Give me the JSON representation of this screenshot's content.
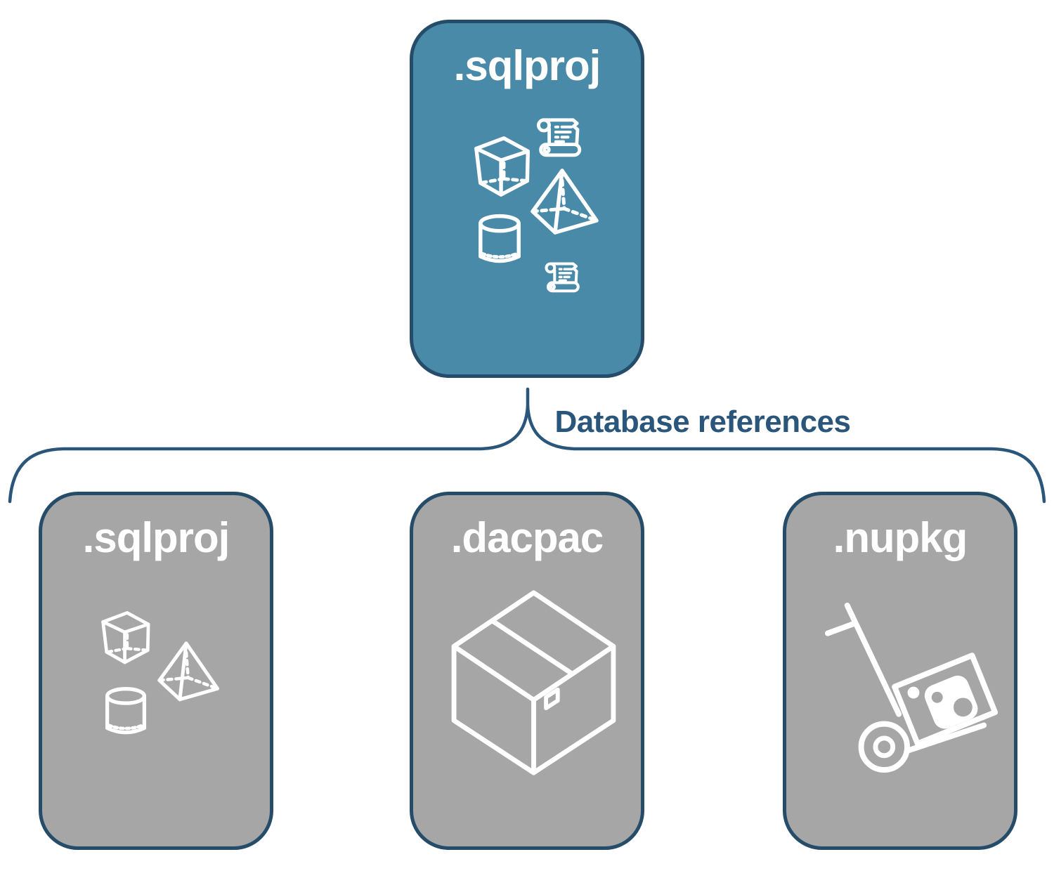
{
  "diagram": {
    "connector_label": "Database references",
    "top_card": {
      "label": ".sqlproj",
      "icons": [
        "scroll-icon",
        "cube-icon",
        "pyramid-icon",
        "database-cylinder-icon",
        "scroll-icon"
      ]
    },
    "child_cards": [
      {
        "label": ".sqlproj",
        "icons": [
          "cube-icon",
          "pyramid-icon",
          "database-cylinder-icon"
        ]
      },
      {
        "label": ".dacpac",
        "icons": [
          "package-box-icon"
        ]
      },
      {
        "label": ".nupkg",
        "icons": [
          "hand-truck-package-icon"
        ]
      }
    ],
    "colors": {
      "accent_blue": "#4a8aa9",
      "card_gray": "#a6a6a6",
      "border_navy": "#254c68",
      "brace_blue": "#2a567c",
      "icon_white": "#ffffff",
      "background": "#ffffff"
    }
  }
}
